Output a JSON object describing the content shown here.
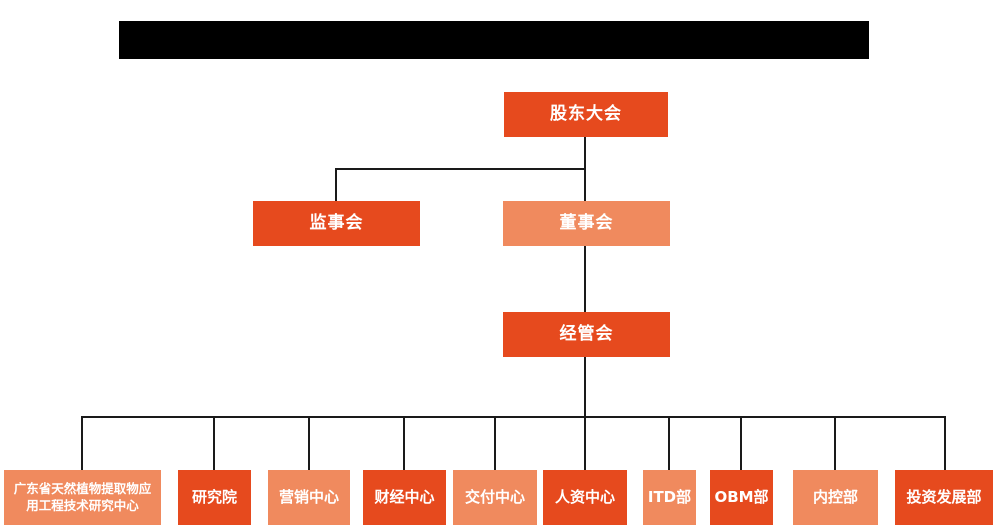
{
  "page": {
    "kind": "organization-chart",
    "background": "#ffffff"
  },
  "header": {
    "redacted_title_bar": true
  },
  "colors": {
    "primary": "#e64a1e",
    "secondary": "#f08a5e",
    "line": "#1a1a1a",
    "redaction": "#000000",
    "text_on_node": "#ffffff",
    "background": "#ffffff"
  },
  "org_chart": {
    "nodes": [
      {
        "id": "shareholders-meeting",
        "label": "股东大会",
        "level": 1,
        "parent": null,
        "variant": "primary"
      },
      {
        "id": "supervisory-board",
        "label": "监事会",
        "level": 2,
        "parent": "shareholders-meeting",
        "variant": "primary"
      },
      {
        "id": "board-of-directors",
        "label": "董事会",
        "level": 2,
        "parent": "shareholders-meeting",
        "variant": "secondary"
      },
      {
        "id": "management-committee",
        "label": "经管会",
        "level": 3,
        "parent": "board-of-directors",
        "variant": "primary"
      },
      {
        "id": "gd-natural-plant-extract-research-center",
        "label": "广东省天然植物提取物应用工程技术研究中心",
        "level": 4,
        "parent": "management-committee",
        "variant": "secondary"
      },
      {
        "id": "research-institute",
        "label": "研究院",
        "level": 4,
        "parent": "management-committee",
        "variant": "primary"
      },
      {
        "id": "marketing-center",
        "label": "营销中心",
        "level": 4,
        "parent": "management-committee",
        "variant": "secondary"
      },
      {
        "id": "finance-center",
        "label": "财经中心",
        "level": 4,
        "parent": "management-committee",
        "variant": "primary"
      },
      {
        "id": "delivery-center",
        "label": "交付中心",
        "level": 4,
        "parent": "management-committee",
        "variant": "secondary"
      },
      {
        "id": "hr-center",
        "label": "人资中心",
        "level": 4,
        "parent": "management-committee",
        "variant": "primary"
      },
      {
        "id": "itd-department",
        "label": "ITD部",
        "level": 4,
        "parent": "management-committee",
        "variant": "secondary"
      },
      {
        "id": "obm-department",
        "label": "OBM部",
        "level": 4,
        "parent": "management-committee",
        "variant": "primary"
      },
      {
        "id": "internal-control-department",
        "label": "内控部",
        "level": 4,
        "parent": "management-committee",
        "variant": "secondary"
      },
      {
        "id": "investment-development-department",
        "label": "投资发展部",
        "level": 4,
        "parent": "management-committee",
        "variant": "primary"
      }
    ]
  }
}
